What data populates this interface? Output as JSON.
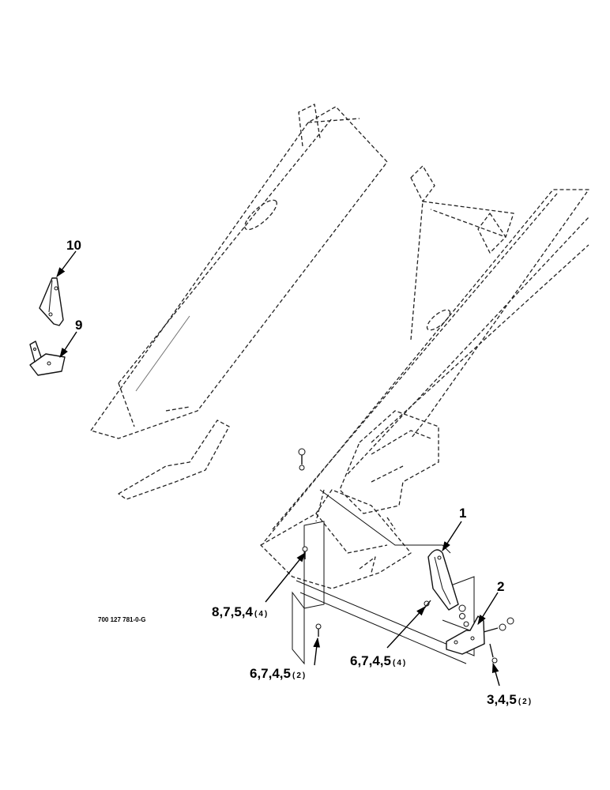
{
  "callouts": {
    "c10": {
      "label": "10"
    },
    "c9": {
      "label": "9"
    },
    "c1": {
      "label": "1"
    },
    "c2": {
      "label": "2"
    },
    "c8754": {
      "label": "8,7,5,4",
      "qty": "(4)"
    },
    "c6745a": {
      "label": "6,7,4,5",
      "qty": "(2)"
    },
    "c6745b": {
      "label": "6,7,4,5",
      "qty": "(4)"
    },
    "c345": {
      "label": "3,4,5",
      "qty": "(2)"
    }
  },
  "drawing_number": "700 127 781-0-G"
}
